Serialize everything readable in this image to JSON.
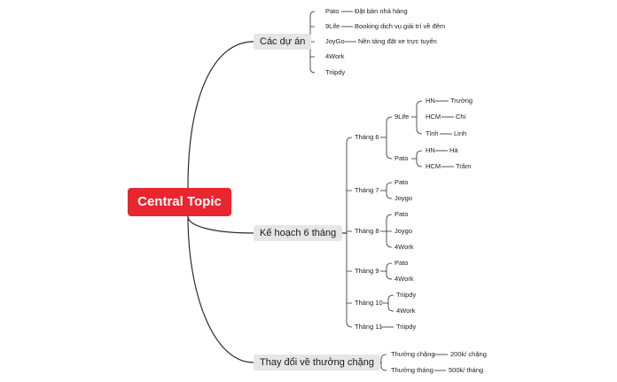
{
  "central": "Central Topic",
  "branches": {
    "projects": {
      "label": "Các dự án",
      "items": [
        {
          "name": "Pato",
          "desc": "Đặt bàn nhà hàng"
        },
        {
          "name": "9Life",
          "desc": "Booking dịch vụ giải trí về đêm"
        },
        {
          "name": "JoyGo",
          "desc": "Nền tảng đặt xe trực tuyến"
        },
        {
          "name": "4Work",
          "desc": ""
        },
        {
          "name": "Triipdy",
          "desc": ""
        }
      ]
    },
    "plan": {
      "label": "Kế hoạch 6 tháng",
      "m6": {
        "label": "Tháng 6",
        "g1": {
          "name": "9Life",
          "r1": {
            "city": "HN",
            "person": "Trường"
          },
          "r2": {
            "city": "HCM",
            "person": "Chi"
          },
          "r3": {
            "city": "Tỉnh",
            "person": "Linh"
          }
        },
        "g2": {
          "name": "Pato",
          "r1": {
            "city": "HN",
            "person": "Hà"
          },
          "r2": {
            "city": "HCM",
            "person": "Trâm"
          }
        }
      },
      "m7": {
        "label": "Tháng 7",
        "items": [
          "Pato",
          "Joygo"
        ]
      },
      "m8": {
        "label": "Tháng 8",
        "items": [
          "Pato",
          "Joygo",
          "4Work"
        ]
      },
      "m9": {
        "label": "Tháng 9",
        "items": [
          "Pato",
          "4Work"
        ]
      },
      "m10": {
        "label": "Tháng 10",
        "items": [
          "Triipdy",
          "4Work"
        ]
      },
      "m11": {
        "label": "Tháng 11",
        "items": [
          "Triipdy"
        ]
      }
    },
    "bonus": {
      "label": "Thay đổi về thưởng chặng",
      "items": [
        {
          "name": "Thưởng chặng",
          "value": "200k/ chặng"
        },
        {
          "name": "Thưởng tháng",
          "value": "500k/ tháng"
        }
      ]
    }
  }
}
